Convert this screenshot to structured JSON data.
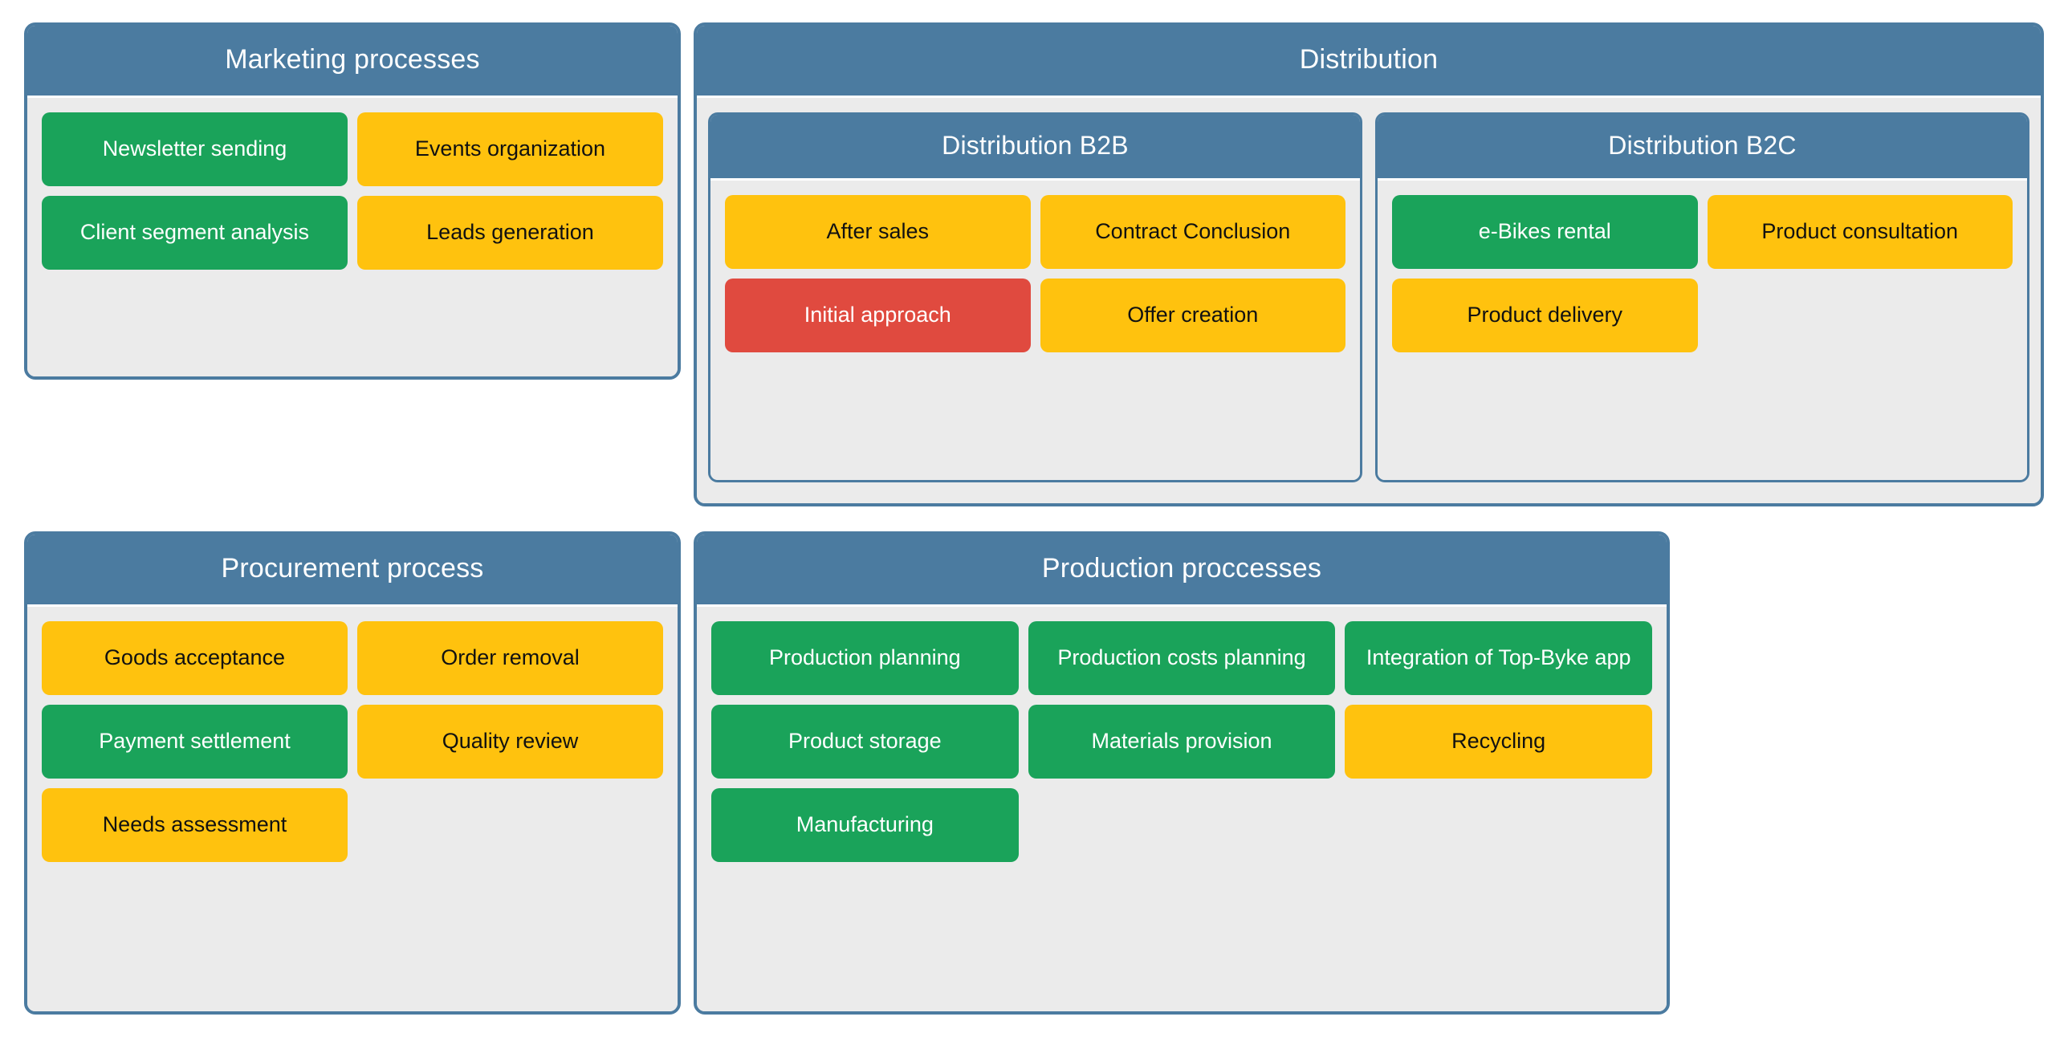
{
  "colors": {
    "header_blue": "#4b7ba0",
    "panel_border": "#4b7ba0",
    "panel_body": "#ebebeb",
    "tile_green": "#1aa35a",
    "tile_yellow": "#ffc20e",
    "tile_red": "#e04a3f",
    "text_on_green": "#ffffff",
    "text_on_yellow": "#111111",
    "text_on_red": "#ffffff",
    "page_background": "#ffffff"
  },
  "panels": {
    "marketing": {
      "title": "Marketing processes",
      "tiles": [
        [
          {
            "label": "Newsletter sending",
            "status": "green"
          },
          {
            "label": "Events organization",
            "status": "yellow"
          }
        ],
        [
          {
            "label": "Client segment analysis",
            "status": "green"
          },
          {
            "label": "Leads generation",
            "status": "yellow"
          }
        ]
      ]
    },
    "distribution": {
      "title": "Distribution",
      "subpanels": {
        "b2b": {
          "title": "Distribution B2B",
          "tiles": [
            [
              {
                "label": "After sales",
                "status": "yellow"
              },
              {
                "label": "Contract Conclusion",
                "status": "yellow"
              }
            ],
            [
              {
                "label": "Initial approach",
                "status": "red"
              },
              {
                "label": "Offer creation",
                "status": "yellow"
              }
            ]
          ]
        },
        "b2c": {
          "title": "Distribution B2C",
          "tiles": [
            [
              {
                "label": "e-Bikes rental",
                "status": "green"
              },
              {
                "label": "Product consultation",
                "status": "yellow"
              }
            ],
            [
              {
                "label": "Product delivery",
                "status": "yellow"
              },
              {
                "label": "",
                "status": "empty"
              }
            ]
          ]
        }
      }
    },
    "procurement": {
      "title": "Procurement process",
      "tiles": [
        [
          {
            "label": "Goods acceptance",
            "status": "yellow"
          },
          {
            "label": "Order removal",
            "status": "yellow"
          }
        ],
        [
          {
            "label": "Payment settlement",
            "status": "green"
          },
          {
            "label": "Quality review",
            "status": "yellow"
          }
        ],
        [
          {
            "label": "Needs assessment",
            "status": "yellow"
          },
          {
            "label": "",
            "status": "empty"
          }
        ]
      ]
    },
    "production": {
      "title": "Production proccesses",
      "tiles": [
        [
          {
            "label": "Production planning",
            "status": "green"
          },
          {
            "label": "Production costs planning",
            "status": "green"
          },
          {
            "label": "Integration of Top-Byke app",
            "status": "green"
          }
        ],
        [
          {
            "label": "Product storage",
            "status": "green"
          },
          {
            "label": "Materials provision",
            "status": "green"
          },
          {
            "label": "Recycling",
            "status": "yellow"
          }
        ],
        [
          {
            "label": "Manufacturing",
            "status": "green"
          },
          {
            "label": "",
            "status": "empty"
          },
          {
            "label": "",
            "status": "empty"
          }
        ]
      ]
    }
  }
}
